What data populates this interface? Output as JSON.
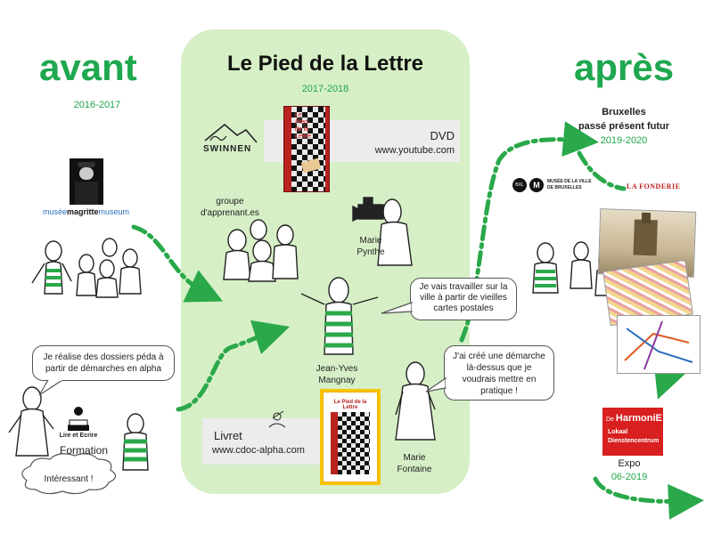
{
  "avant": {
    "title": "avant",
    "years": "2016-2017"
  },
  "apres": {
    "title": "après",
    "sub1": "Bruxelles",
    "sub2": "passé présent futur",
    "years": "2019-2020"
  },
  "center": {
    "title": "Le Pied de la Lettre",
    "years": "2017-2018"
  },
  "dvd": {
    "label": "DVD",
    "url": "www.youtube.com",
    "logo": "SWINNEN"
  },
  "book_cover": {
    "line1": "Le",
    "line2": "Pied",
    "line3": "de la",
    "line4": "Lettre"
  },
  "groupe": {
    "label": "groupe\nd'apprenant.es"
  },
  "marie_p": {
    "label": "Marie\nPynthe"
  },
  "jean": {
    "label": "Jean-Yves\nMangnay"
  },
  "marie_f": {
    "label": "Marie\nFontaine"
  },
  "livret": {
    "label": "Livret",
    "url": "www.cdoc-alpha.com",
    "cover_title": "Le Pied de la Lettre"
  },
  "bubbles": {
    "jean": "Je vais travailler sur la ville à partir de vieilles cartes postales",
    "marie_f": "J'ai créé une démarche là-dessus que je voudrais mettre en pratique !",
    "left": "Je réalise des dossiers péda à partir de démarches en alpha",
    "interessant": "Intéressant !"
  },
  "magritte": {
    "prefix": "musée",
    "name": "magritte",
    "suffix": "museum"
  },
  "lire_ecrire": {
    "text": "Lire et Ecrire"
  },
  "formation": {
    "label": "Formation"
  },
  "musee_ville": {
    "badge1": "BXL",
    "badge2": "M",
    "text": "MUSÉE DE LA VILLE\nDE BRUXELLES"
  },
  "fonderie": {
    "text": "LA FONDERIE"
  },
  "harmonie": {
    "line1a": "De ",
    "line1b": "HarmoniE",
    "line2": "Lokaal",
    "line3": "Dienstencentrum"
  },
  "expo": {
    "label": "Expo",
    "date": "06-2019"
  },
  "colors": {
    "accent": "#1fa84f",
    "panel": "#d6efc6",
    "dash": "#2aa84a",
    "card": "#ececec",
    "harmonie": "#d7201f"
  }
}
